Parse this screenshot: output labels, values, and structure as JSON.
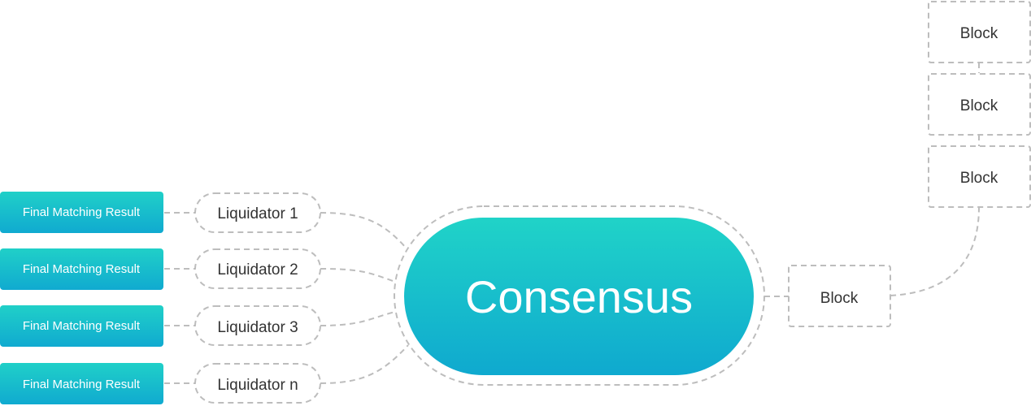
{
  "diagram": {
    "center": {
      "label": "Consensus"
    },
    "results": [
      {
        "label": "Final Matching Result"
      },
      {
        "label": "Final Matching Result"
      },
      {
        "label": "Final Matching Result"
      },
      {
        "label": "Final Matching Result"
      }
    ],
    "liquidators": [
      {
        "label": "Liquidator 1"
      },
      {
        "label": "Liquidator 2"
      },
      {
        "label": "Liquidator 3"
      },
      {
        "label": "Liquidator n"
      }
    ],
    "output_block": {
      "label": "Block"
    },
    "chain_blocks": [
      {
        "label": "Block"
      },
      {
        "label": "Block"
      },
      {
        "label": "Block"
      }
    ]
  },
  "colors": {
    "teal_top": "#20d3c8",
    "teal_bottom": "#0fa9cf",
    "connector_gray": "#bdbdbd",
    "text_dark": "#333333"
  }
}
